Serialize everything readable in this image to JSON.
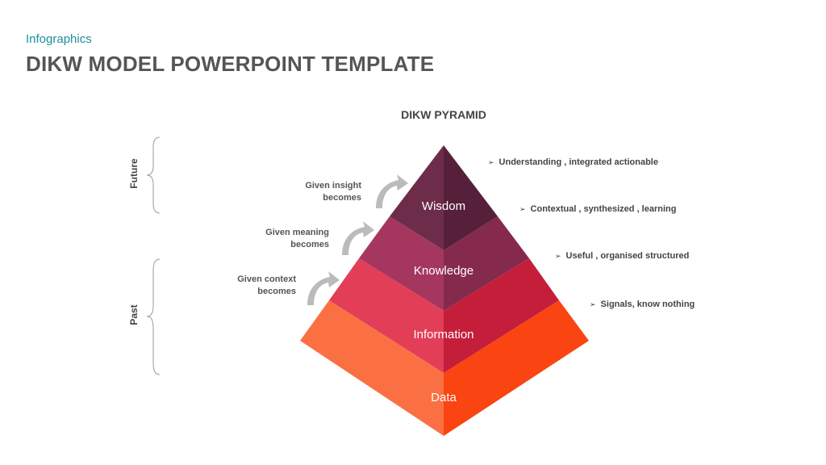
{
  "header": {
    "subtitle": "Infographics",
    "title": "DIKW MODEL POWERPOINT TEMPLATE"
  },
  "diagram": {
    "title": "DIKW PYRAMID",
    "layers": [
      {
        "label": "Wisdom",
        "left_color": "#6e2c4b",
        "right_color": "#56203a"
      },
      {
        "label": "Knowledge",
        "left_color": "#a5375f",
        "right_color": "#862a4d"
      },
      {
        "label": "Information",
        "left_color": "#e23e58",
        "right_color": "#c41e3a"
      },
      {
        "label": "Data",
        "left_color": "#fb7043",
        "right_color": "#fa4411"
      }
    ],
    "transitions": [
      {
        "line1": "Given insight",
        "line2": "becomes"
      },
      {
        "line1": "Given meaning",
        "line2": "becomes"
      },
      {
        "line1": "Given context",
        "line2": "becomes"
      }
    ],
    "descriptions": [
      "Understanding , integrated actionable",
      "Contextual , synthesized , learning",
      "Useful ,  organised  structured",
      "Signals, know nothing"
    ],
    "time_labels": {
      "future": "Future",
      "past": "Past"
    },
    "icons": {
      "arrow": "curved-arrow-icon",
      "bullet": "arrowhead-bullet-icon",
      "brace": "curly-brace-icon"
    }
  }
}
